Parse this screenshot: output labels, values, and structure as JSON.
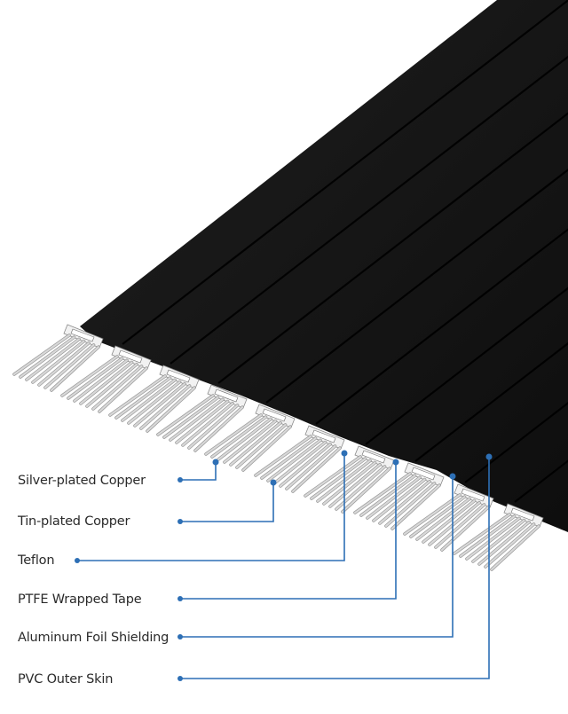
{
  "diagram": {
    "description_labels": [
      {
        "text": "Silver-plated Copper"
      },
      {
        "text": "Tin-plated Copper"
      },
      {
        "text": "Teflon"
      },
      {
        "text": "PTFE Wrapped Tape"
      },
      {
        "text": "Aluminum Foil Shielding"
      },
      {
        "text": "PVC Outer Skin"
      }
    ],
    "colors": {
      "jacket": "#141414",
      "jacket_groove": "#000000",
      "conductor": "#d8d8d8",
      "conductor_shade": "#9a9a9a",
      "insulation": "#f2f2f2",
      "leader": "#2d6fb5",
      "dot": "#2d6fb5",
      "label_text": "#2a2a2a"
    },
    "icons": [
      "flat-ribbon-cable-illustration",
      "callout-dot"
    ]
  }
}
